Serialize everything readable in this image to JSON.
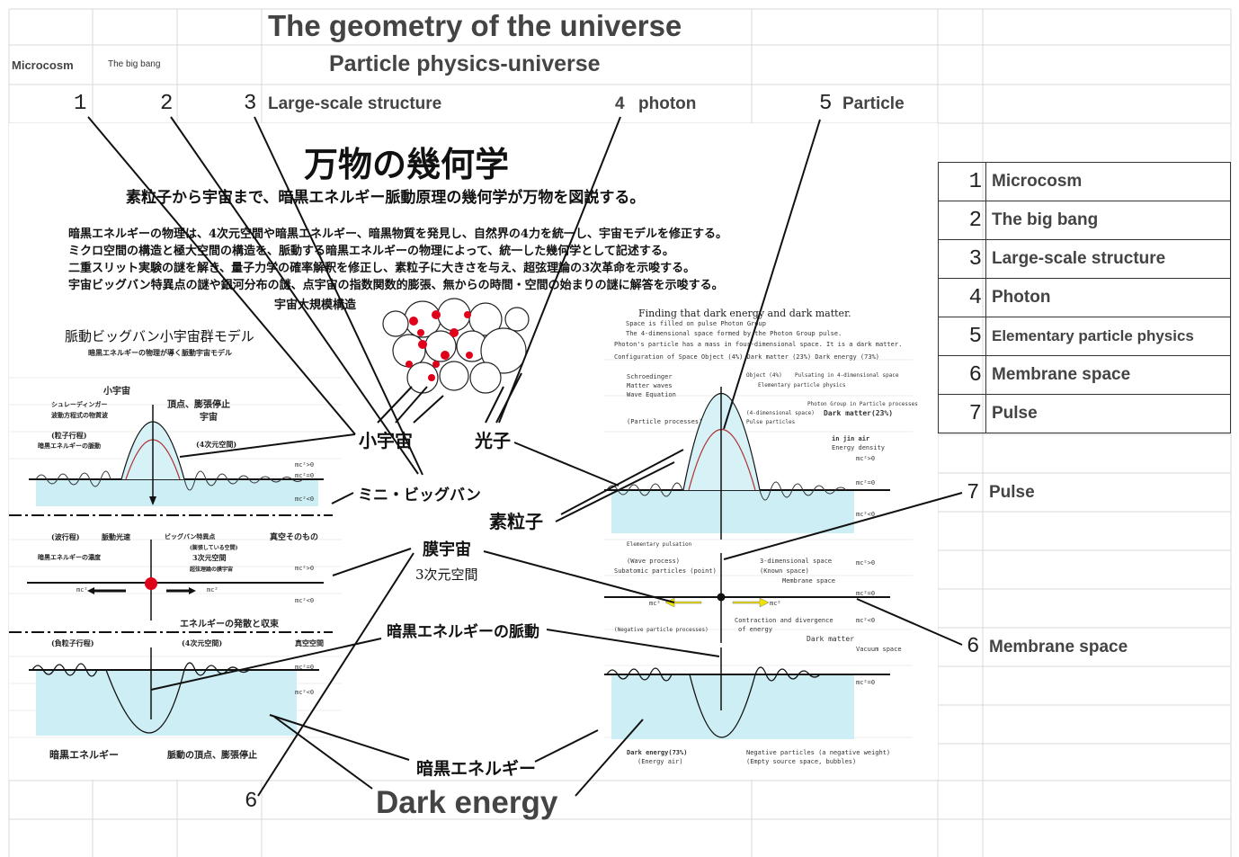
{
  "header": {
    "title": "The geometry of the universe",
    "subtitle": "Particle physics-universe",
    "left_label_1": "Microcosm",
    "left_label_2": "The big bang"
  },
  "columns": [
    {
      "num": "1",
      "label": ""
    },
    {
      "num": "2",
      "label": ""
    },
    {
      "num": "3",
      "label": "Large-scale structure"
    },
    {
      "num": "4",
      "label": "photon"
    },
    {
      "num": "5",
      "label": "Particle"
    }
  ],
  "legend": [
    {
      "num": "1",
      "label": "Microcosm"
    },
    {
      "num": "2",
      "label": "The big bang"
    },
    {
      "num": "3",
      "label": "Large-scale structure"
    },
    {
      "num": "4",
      "label": "Photon"
    },
    {
      "num": "5",
      "label": "Elementary particle physics"
    },
    {
      "num": "6",
      "label": "Membrane space"
    },
    {
      "num": "7",
      "label": "Pulse"
    }
  ],
  "side_labels": {
    "pulse_num": "7",
    "pulse": "Pulse",
    "membrane_num": "6",
    "membrane": "Membrane space",
    "bottom_num": "6",
    "dark_energy": "Dark energy"
  },
  "figure": {
    "title_jp": "万物の幾何学",
    "subtitle_jp": "素粒子から宇宙まで、暗黒エネルギー脈動原理の幾何学が万物を図説する。",
    "para": [
      "暗黒エネルギーの物理は、4次元空間や暗黒エネルギー、暗黒物質を発見し、自然界の4力を統一し、宇宙モデルを修正する。",
      "ミクロ空間の構造と極大空間の構造を、脈動する暗黒エネルギーの物理によって、統一した幾何学として記述する。",
      "二重スリット実験の謎を解き、量子力学の確率解釈を修正し、素粒子に大きさを与え、超弦理論の3次革命を示唆する。",
      "宇宙ビッグバン特異点の謎や銀河分布の謎、点宇宙の指数関数的膨張、無からの時間・空間の始まりの謎に解答を示唆する。"
    ],
    "lss_jp": "宇宙大規模構造",
    "left_model_title": "脈動ビッグバン小宇宙群モデル",
    "left_model_sub": "暗黒エネルギーの物理が導く脈動宇宙モデル",
    "microcosm_jp": "小宇宙",
    "photon_jp": "光子",
    "mini_bb_jp": "ミニ・ビッグバン",
    "particle_jp": "素粒子",
    "membrane_jp": "膜宇宙",
    "space3d_jp": "3次元空間",
    "pulse_jp": "暗黒エネルギーの脈動",
    "dark_energy_jp": "暗黒エネルギー",
    "left_small": {
      "a": "小宇宙",
      "b": "頂点、膨張停止",
      "c": "宇宙",
      "d": "シュレーディンガー",
      "e": "波動方程式の物質波",
      "f": "(粒子行程)",
      "g": "暗黒エネルギーの脈動",
      "h": "(4次元空間)",
      "i": "(波行程)",
      "j": "脈動光速",
      "k": "ビッグバン特異点",
      "l": "(膨張している空間)",
      "m": "3次元空間",
      "n": "超弦理論の膜宇宙",
      "o": "暗黒エネルギーの濃度",
      "p": "真空そのもの",
      "q": "エネルギーの発散と収束",
      "r": "(負粒子行程)",
      "s": "(4次元空間)",
      "t": "真空空間",
      "u": "暗黒エネルギー",
      "v": "脈動の頂点、膨張停止"
    },
    "right_title": "Finding that dark energy and dark matter.",
    "right_lines": [
      "Space is filled on pulse Photon Group",
      "The 4-dimensional space formed by the Photon Group pulse.",
      "Photon's particle has a mass in four-dimensional space.  It is a dark matter.",
      "Configuration of Space      Object (4%)    Dark matter (23%)    Dark energy (73%)"
    ],
    "right_small": {
      "a": "Schroedinger",
      "b": "Matter waves",
      "c": "Wave Equation",
      "d": "Object (4%)",
      "e": "Pulsating in 4-dimensional space",
      "f": "Elementary particle physics",
      "g": "Photon Group in Particle processes",
      "h": "(4-dimensional space)",
      "i": "Dark matter(23%)",
      "j": "(Particle processes)",
      "k": "Pulse particles",
      "l": "in jin air",
      "m": "Energy density",
      "n": "Elementary pulsation",
      "o": "(Wave process)",
      "p": "Subatomic particles (point)",
      "q": "3-dimensional space",
      "r": "(Known space)",
      "s": "Membrane space",
      "t": "(Negative particle processes)",
      "u": "Contraction and divergence",
      "v": "of energy",
      "w": "Dark matter",
      "x": "Vacuum space",
      "y": "Dark energy(73%)",
      "z": "(Energy air)",
      "aa": "Negative particles (a negative weight)",
      "ab": "(Empty source space, bubbles)"
    },
    "mc": {
      "pos": "mc²>0",
      "zero": "mc²=0",
      "neg": "mc²<0",
      "label": "mc²"
    }
  },
  "colors": {
    "grid": "#d8d8d8",
    "water": "#cdeef5",
    "pulse_fill": "#f29a00",
    "red_dot": "#e0001a",
    "wave_red": "#b03030"
  }
}
